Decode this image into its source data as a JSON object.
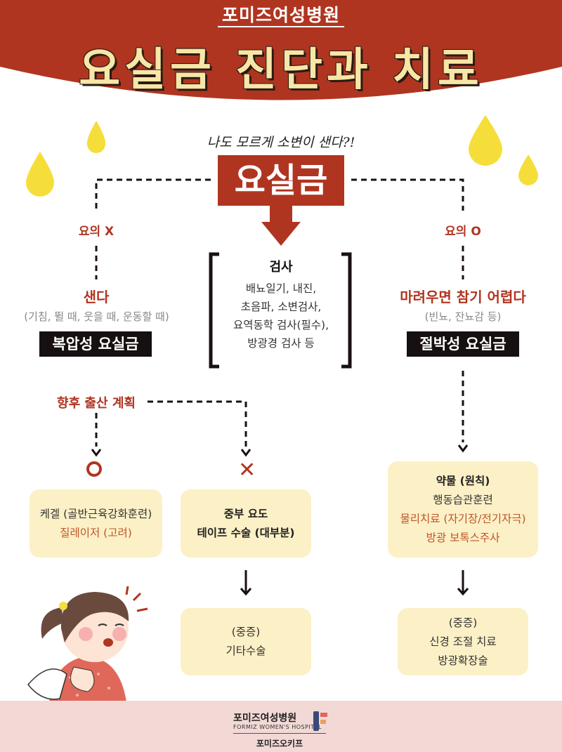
{
  "colors": {
    "brand_red": "#b03520",
    "yellow_drop": "#f5de3a",
    "box_yellow": "#fcf0c6",
    "footer_pink": "#f2d9d6"
  },
  "header": {
    "hospital": "포미즈여성병원",
    "title": "요실금 진단과 치료"
  },
  "subtitle": "나도 모르게 소변이 샌다?!",
  "main": "요실금",
  "left": {
    "condition": "요의 X",
    "symptom": "샌다",
    "detail": "(기침, 뛸 때, 웃을 때, 운동할 때)",
    "type": "복압성 요실금",
    "plan_label": "향후 출산 계획",
    "yes_box": {
      "line1": "케겔 (골반근육강화훈련)",
      "line2": "질레이저 (고려)"
    },
    "no_box": {
      "line1": "중부 요도",
      "line2": "테이프 수술 (대부분)"
    },
    "severe_box": {
      "line1": "(중증)",
      "line2": "기타수술"
    }
  },
  "right": {
    "condition": "요의 O",
    "symptom": "마려우면 참기 어렵다",
    "detail": "(빈뇨, 잔뇨감 등)",
    "type": "절박성 요실금",
    "box": {
      "line1": "약물 (원칙)",
      "line2": "행동습관훈련",
      "line3": "물리치료 (자기장/전기자극)",
      "line4": "방광 보톡스주사"
    },
    "severe_box": {
      "line1": "(중증)",
      "line2": "신경 조절 치료",
      "line3": "방광확장술"
    }
  },
  "exam": {
    "title": "검사",
    "lines": [
      "배뇨일기, 내진,",
      "초음파, 소변검사,",
      "요역동학 검사(필수),",
      "방광경 검사 등"
    ]
  },
  "footer": {
    "hospital_ko": "포미즈여성병원",
    "hospital_en": "FORMIZ WOMEN'S HOSPITAL",
    "sub": "포미즈오키프"
  }
}
